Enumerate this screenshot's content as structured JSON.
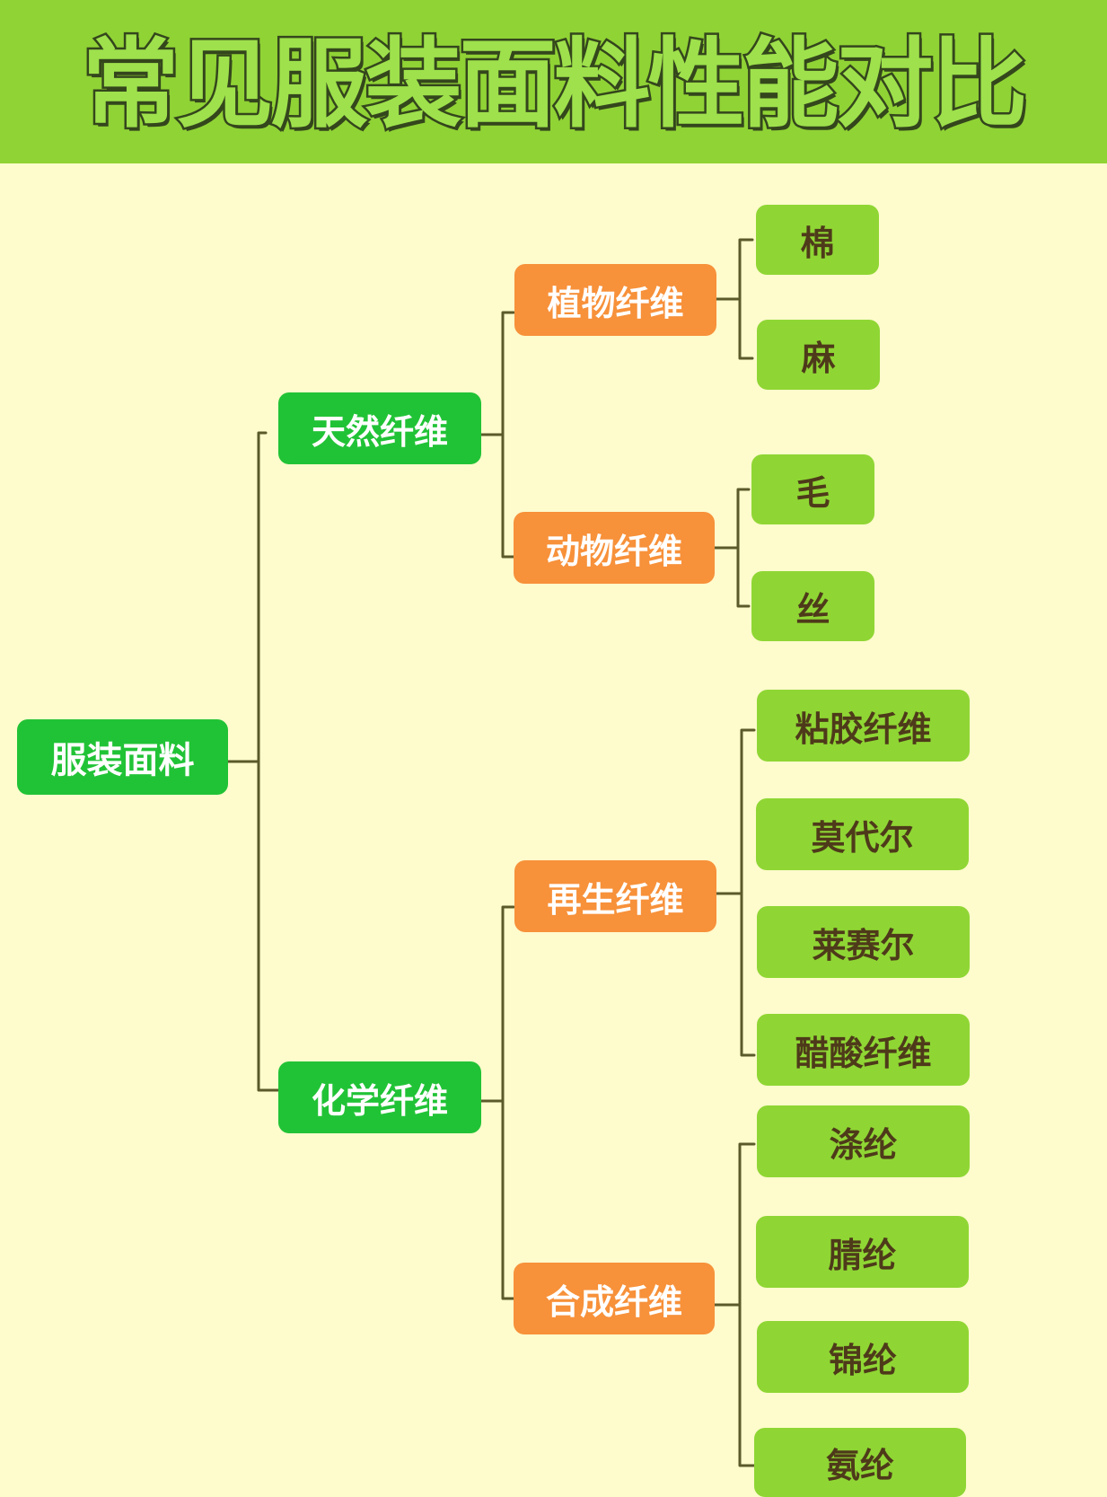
{
  "title": "常见服装面料性能对比",
  "tree": {
    "root": "服装面料",
    "natural": {
      "label": "天然纤维",
      "plant": {
        "label": "植物纤维",
        "items": [
          "棉",
          "麻"
        ]
      },
      "animal": {
        "label": "动物纤维",
        "items": [
          "毛",
          "丝"
        ]
      }
    },
    "chemical": {
      "label": "化学纤维",
      "regenerated": {
        "label": "再生纤维",
        "items": [
          "粘胶纤维",
          "莫代尔",
          "莱赛尔",
          "醋酸纤维"
        ]
      },
      "synthetic": {
        "label": "合成纤维",
        "items": [
          "涤纶",
          "腈纶",
          "锦纶",
          "氨纶"
        ]
      }
    }
  },
  "colors": {
    "background": "#fefbcc",
    "header": "#90d335",
    "level1": "#21c336",
    "level3": "#f7913a",
    "leaf": "#8fd634",
    "connector": "#5a5a2a"
  }
}
